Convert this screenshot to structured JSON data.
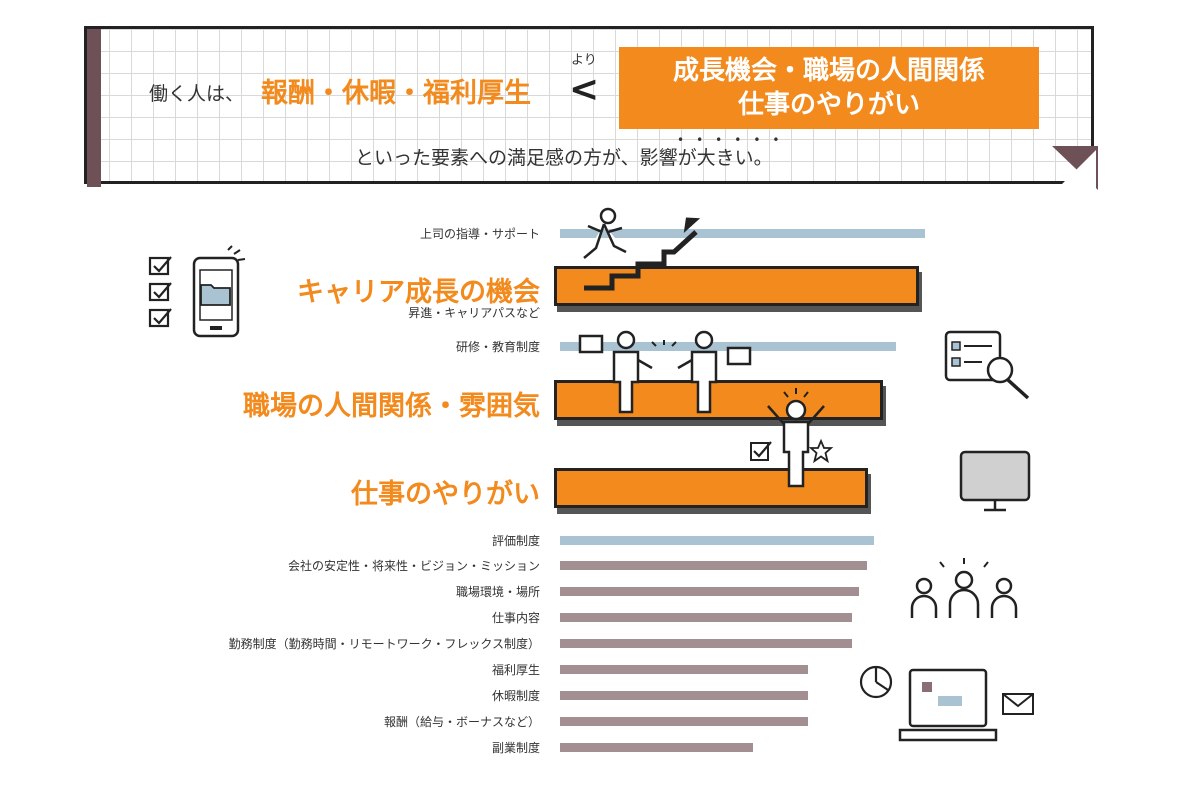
{
  "banner": {
    "pre": "働く人は、",
    "items": "報酬・休暇・福利厚生",
    "yori": "より",
    "lt": "<",
    "box_line1": "成長機会・職場の人間関係",
    "box_line2": "仕事のやりがい",
    "sub": "といった要素への満足感の方が、影響が大きい。",
    "dots": "••••••"
  },
  "colors": {
    "accent": "#f28a1e",
    "bar_blue": "#a9c3d3",
    "bar_mauve": "#a38f92",
    "dark": "#222222",
    "banner_edge": "#6e5157"
  },
  "chart_data": {
    "type": "bar",
    "orientation": "horizontal",
    "categories": [
      "上司の指導・サポート",
      "キャリア成長の機会",
      "研修・教育制度",
      "職場の人間関係・雰囲気",
      "仕事のやりがい",
      "評価制度",
      "会社の安定性・将来性・ビジョン・ミッション",
      "職場環境・場所",
      "仕事内容",
      "勤務制度（勤務時間・リモートワーク・フレックス制度）",
      "福利厚生",
      "休暇制度",
      "報酬（給与・ボーナスなど）",
      "副業制度"
    ],
    "values": [
      100,
      100,
      92,
      90,
      86,
      86,
      84,
      82,
      80,
      80,
      68,
      68,
      68,
      53
    ],
    "styles": [
      "blue",
      "highlight",
      "blue",
      "highlight",
      "highlight",
      "blue",
      "mauve",
      "mauve",
      "mauve",
      "mauve",
      "mauve",
      "mauve",
      "mauve",
      "mauve"
    ],
    "sublabels": {
      "キャリア成長の機会": "昇進・キャリアパスなど"
    },
    "xlim": [
      0,
      100
    ]
  },
  "icons": [
    "checklist-icon",
    "smartphone-icon",
    "folder-icon",
    "stair-climber-icon",
    "growth-arrow-icon",
    "conversation-icon",
    "speech-bubble-icon",
    "cheering-person-icon",
    "checkbox-icon",
    "star-icon",
    "form-search-icon",
    "magnifier-icon",
    "monitor-icon",
    "group-icon",
    "pie-chart-icon",
    "laptop-icon",
    "envelope-icon"
  ]
}
